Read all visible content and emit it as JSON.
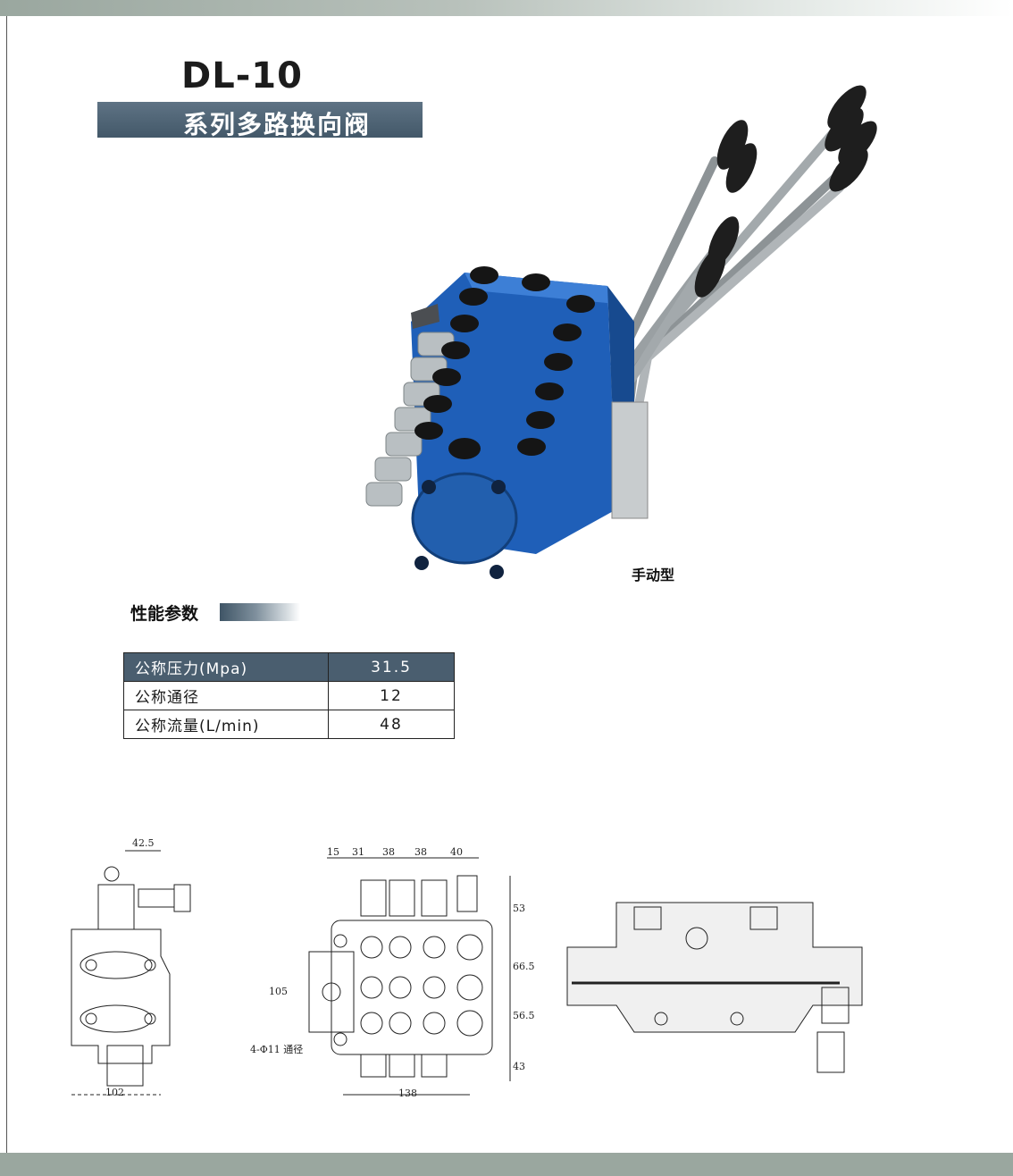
{
  "header": {
    "model": "DL-10",
    "subtitle": "系列多路换向阀"
  },
  "photo": {
    "caption": "手动型"
  },
  "specs": {
    "heading": "性能参数",
    "rows": [
      {
        "name": "公称压力(Mpa)",
        "value": "31.5"
      },
      {
        "name": "公称通径",
        "value": "12"
      },
      {
        "name": "公称流量(L/min)",
        "value": "48"
      }
    ]
  },
  "drawings": {
    "side_view": {
      "dim_top": "42.5",
      "dim_bottom": "102"
    },
    "front_view": {
      "dim_top": [
        "15",
        "31",
        "38",
        "38",
        "40"
      ],
      "dim_left": "105",
      "dim_right": [
        "53",
        "66.5",
        "56.5",
        "43"
      ],
      "dim_bottom": "138",
      "hole_note": "4-Φ11 通径"
    }
  },
  "colors": {
    "valve_blue": "#1f5fb8",
    "banner": "#4a5e6f",
    "frame_green": "#9aa79f"
  }
}
